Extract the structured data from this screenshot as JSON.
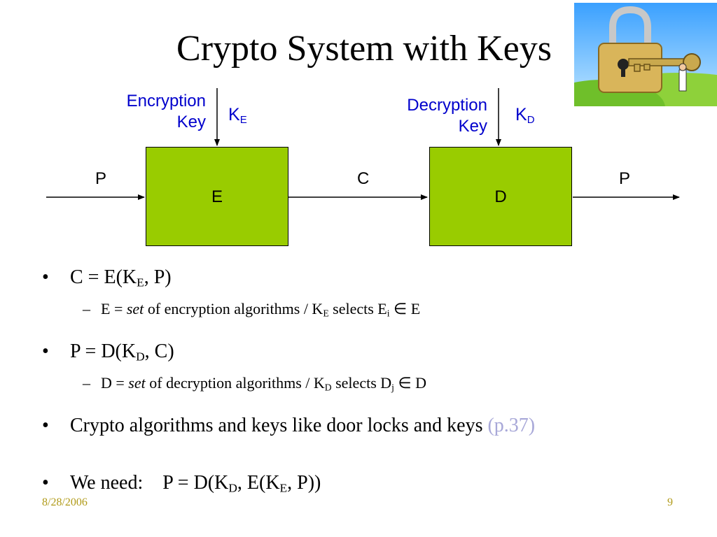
{
  "slide": {
    "title": "Crypto System with Keys",
    "clipart_icon": "padlock-and-key-icon"
  },
  "diagram": {
    "enc_key_label_line1": "Encryption",
    "enc_key_label_line2": "Key",
    "enc_key_symbol": "K",
    "enc_key_sub": "E",
    "dec_key_label_line1": "Decryption",
    "dec_key_label_line2": "Key",
    "dec_key_symbol": "K",
    "dec_key_sub": "D",
    "input_label": "P",
    "middle_label": "C",
    "output_label": "P",
    "enc_box_label": "E",
    "dec_box_label": "D",
    "box_color": "#99cc00",
    "key_text_color": "#0000cc"
  },
  "bullets": {
    "b1": {
      "bullet": "•",
      "a": "C = E(K",
      "sub": "E",
      "b": ", P)"
    },
    "b1_sub": {
      "dash": "–",
      "a": "E = ",
      "em": "set",
      "b": " of encryption algorithms / K",
      "sub1": "E",
      "c": " selects E",
      "sub2": "i",
      "d": " ∈ E"
    },
    "b2": {
      "bullet": "•",
      "a": "P = D(K",
      "sub": "D",
      "b": ", C)"
    },
    "b2_sub": {
      "dash": "–",
      "a": "D = ",
      "em": "set",
      "b": " of decryption algorithms / K",
      "sub1": "D",
      "c": " selects D",
      "sub2": "j",
      "d": " ∈ D"
    },
    "b3": {
      "bullet": "•",
      "text": "Crypto algorithms and keys like door locks and keys ",
      "ref": "(p.37)"
    },
    "b4": {
      "bullet": "•",
      "a": "We need:    P = D(K",
      "sub1": "D",
      "b": ", E(K",
      "sub2": "E",
      "c": ", P))"
    }
  },
  "footer": {
    "date": "8/28/2006",
    "page": "9"
  }
}
